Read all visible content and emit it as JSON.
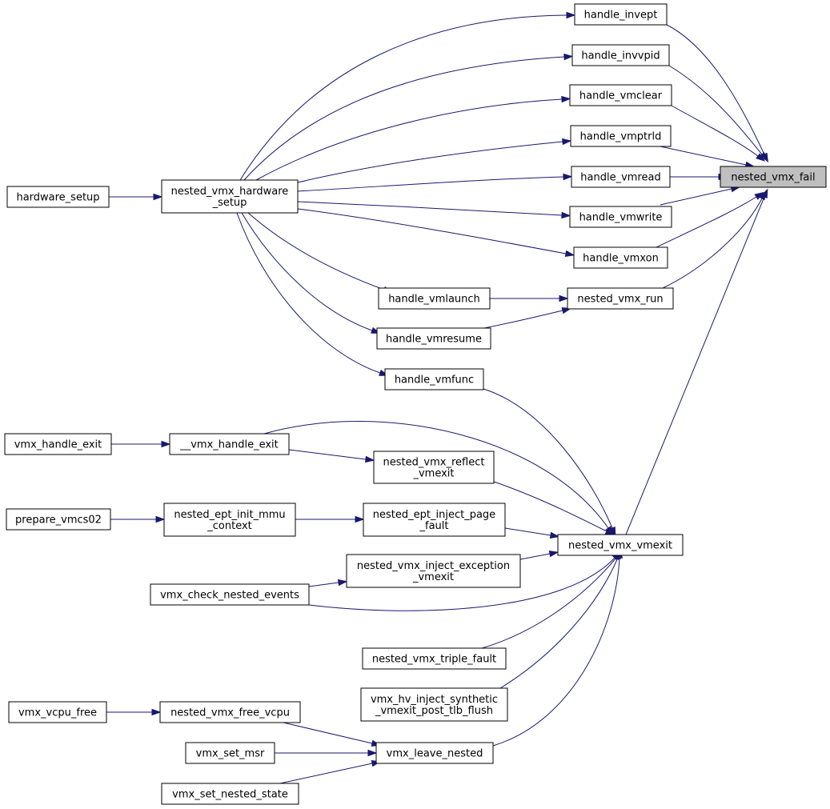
{
  "graph": {
    "edge_color": "#191970",
    "highlight_fill": "#bfbfbf",
    "nodes": {
      "nested_vmx_fail": {
        "lines": [
          "nested_vmx_fail"
        ],
        "highlight": true
      },
      "handle_invept": {
        "lines": [
          "handle_invept"
        ]
      },
      "handle_invvpid": {
        "lines": [
          "handle_invvpid"
        ]
      },
      "handle_vmclear": {
        "lines": [
          "handle_vmclear"
        ]
      },
      "handle_vmptrld": {
        "lines": [
          "handle_vmptrld"
        ]
      },
      "handle_vmread": {
        "lines": [
          "handle_vmread"
        ]
      },
      "handle_vmwrite": {
        "lines": [
          "handle_vmwrite"
        ]
      },
      "handle_vmxon": {
        "lines": [
          "handle_vmxon"
        ]
      },
      "nested_vmx_run": {
        "lines": [
          "nested_vmx_run"
        ]
      },
      "nested_vmx_vmexit": {
        "lines": [
          "nested_vmx_vmexit"
        ]
      },
      "nested_vmx_hardware_setup": {
        "lines": [
          "nested_vmx_hardware",
          "_setup"
        ]
      },
      "hardware_setup": {
        "lines": [
          "hardware_setup"
        ]
      },
      "handle_vmlaunch": {
        "lines": [
          "handle_vmlaunch"
        ]
      },
      "handle_vmresume": {
        "lines": [
          "handle_vmresume"
        ]
      },
      "handle_vmfunc": {
        "lines": [
          "handle_vmfunc"
        ]
      },
      "__vmx_handle_exit": {
        "lines": [
          "__vmx_handle_exit"
        ]
      },
      "vmx_handle_exit": {
        "lines": [
          "vmx_handle_exit"
        ]
      },
      "nested_vmx_reflect_vmexit": {
        "lines": [
          "nested_vmx_reflect",
          "_vmexit"
        ]
      },
      "nested_ept_inject_page_fault": {
        "lines": [
          "nested_ept_inject_page",
          "_fault"
        ]
      },
      "nested_ept_init_mmu_context": {
        "lines": [
          "nested_ept_init_mmu",
          "_context"
        ]
      },
      "prepare_vmcs02": {
        "lines": [
          "prepare_vmcs02"
        ]
      },
      "nested_vmx_inject_exception_vmexit": {
        "lines": [
          "nested_vmx_inject_exception",
          "_vmexit"
        ]
      },
      "vmx_check_nested_events": {
        "lines": [
          "vmx_check_nested_events"
        ]
      },
      "nested_vmx_triple_fault": {
        "lines": [
          "nested_vmx_triple_fault"
        ]
      },
      "vmx_hv_inject_synthetic_vmexit_post_tlb_flush": {
        "lines": [
          "vmx_hv_inject_synthetic",
          "_vmexit_post_tlb_flush"
        ]
      },
      "vmx_leave_nested": {
        "lines": [
          "vmx_leave_nested"
        ]
      },
      "nested_vmx_free_vcpu": {
        "lines": [
          "nested_vmx_free_vcpu"
        ]
      },
      "vmx_vcpu_free": {
        "lines": [
          "vmx_vcpu_free"
        ]
      },
      "vmx_set_msr": {
        "lines": [
          "vmx_set_msr"
        ]
      },
      "vmx_set_nested_state": {
        "lines": [
          "vmx_set_nested_state"
        ]
      }
    },
    "edges": [
      [
        "handle_invept",
        "nested_vmx_fail"
      ],
      [
        "handle_invvpid",
        "nested_vmx_fail"
      ],
      [
        "handle_vmclear",
        "nested_vmx_fail"
      ],
      [
        "handle_vmptrld",
        "nested_vmx_fail"
      ],
      [
        "handle_vmread",
        "nested_vmx_fail"
      ],
      [
        "handle_vmwrite",
        "nested_vmx_fail"
      ],
      [
        "handle_vmxon",
        "nested_vmx_fail"
      ],
      [
        "nested_vmx_run",
        "nested_vmx_fail"
      ],
      [
        "nested_vmx_vmexit",
        "nested_vmx_fail"
      ],
      [
        "nested_vmx_hardware_setup",
        "handle_invept"
      ],
      [
        "nested_vmx_hardware_setup",
        "handle_invvpid"
      ],
      [
        "nested_vmx_hardware_setup",
        "handle_vmclear"
      ],
      [
        "nested_vmx_hardware_setup",
        "handle_vmptrld"
      ],
      [
        "nested_vmx_hardware_setup",
        "handle_vmread"
      ],
      [
        "nested_vmx_hardware_setup",
        "handle_vmwrite"
      ],
      [
        "nested_vmx_hardware_setup",
        "handle_vmxon"
      ],
      [
        "nested_vmx_hardware_setup",
        "handle_vmlaunch"
      ],
      [
        "nested_vmx_hardware_setup",
        "handle_vmresume"
      ],
      [
        "nested_vmx_hardware_setup",
        "handle_vmfunc"
      ],
      [
        "hardware_setup",
        "nested_vmx_hardware_setup"
      ],
      [
        "handle_vmlaunch",
        "nested_vmx_run"
      ],
      [
        "handle_vmresume",
        "nested_vmx_run"
      ],
      [
        "handle_vmfunc",
        "nested_vmx_vmexit"
      ],
      [
        "__vmx_handle_exit",
        "nested_vmx_vmexit"
      ],
      [
        "__vmx_handle_exit",
        "nested_vmx_reflect_vmexit"
      ],
      [
        "vmx_handle_exit",
        "__vmx_handle_exit"
      ],
      [
        "nested_vmx_reflect_vmexit",
        "nested_vmx_vmexit"
      ],
      [
        "nested_ept_inject_page_fault",
        "nested_vmx_vmexit"
      ],
      [
        "nested_ept_init_mmu_context",
        "nested_ept_inject_page_fault"
      ],
      [
        "prepare_vmcs02",
        "nested_ept_init_mmu_context"
      ],
      [
        "nested_vmx_inject_exception_vmexit",
        "nested_vmx_vmexit"
      ],
      [
        "vmx_check_nested_events",
        "nested_vmx_vmexit"
      ],
      [
        "vmx_check_nested_events",
        "nested_vmx_inject_exception_vmexit"
      ],
      [
        "nested_vmx_triple_fault",
        "nested_vmx_vmexit"
      ],
      [
        "vmx_hv_inject_synthetic_vmexit_post_tlb_flush",
        "nested_vmx_vmexit"
      ],
      [
        "vmx_leave_nested",
        "nested_vmx_vmexit"
      ],
      [
        "nested_vmx_free_vcpu",
        "vmx_leave_nested"
      ],
      [
        "vmx_vcpu_free",
        "nested_vmx_free_vcpu"
      ],
      [
        "vmx_set_msr",
        "vmx_leave_nested"
      ],
      [
        "vmx_set_nested_state",
        "vmx_leave_nested"
      ]
    ]
  }
}
